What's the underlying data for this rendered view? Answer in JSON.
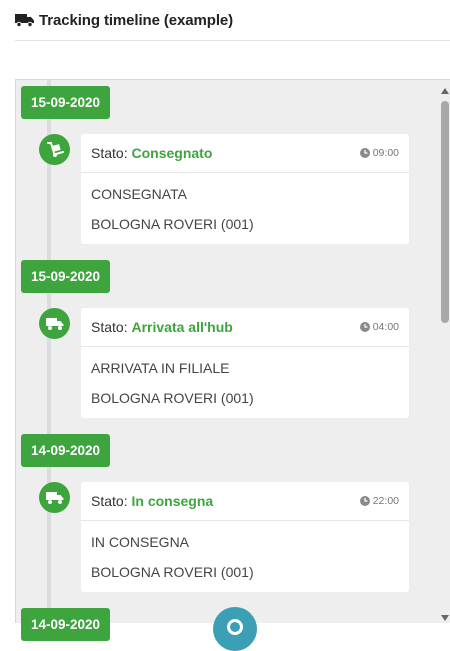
{
  "header": {
    "icon": "truck-icon",
    "title": "Tracking timeline (example)"
  },
  "timeline": {
    "stato_label": "Stato:",
    "events": [
      {
        "date": "15-09-2020",
        "icon": "hand-truck-icon",
        "status": "Consegnato",
        "time": "09:00",
        "lines": [
          "CONSEGNATA",
          "BOLOGNA ROVERI (001)"
        ]
      },
      {
        "date": "15-09-2020",
        "icon": "truck-icon",
        "status": "Arrivata all'hub",
        "time": "04:00",
        "lines": [
          "ARRIVATA IN FILIALE",
          "BOLOGNA ROVERI (001)"
        ]
      },
      {
        "date": "14-09-2020",
        "icon": "truck-icon",
        "status": "In consegna",
        "time": "22:00",
        "lines": [
          "IN CONSEGNA",
          "BOLOGNA ROVERI (001)"
        ]
      },
      {
        "date": "14-09-2020"
      }
    ]
  },
  "colors": {
    "accent": "#3ea43e",
    "fab": "#3ba0b5"
  }
}
